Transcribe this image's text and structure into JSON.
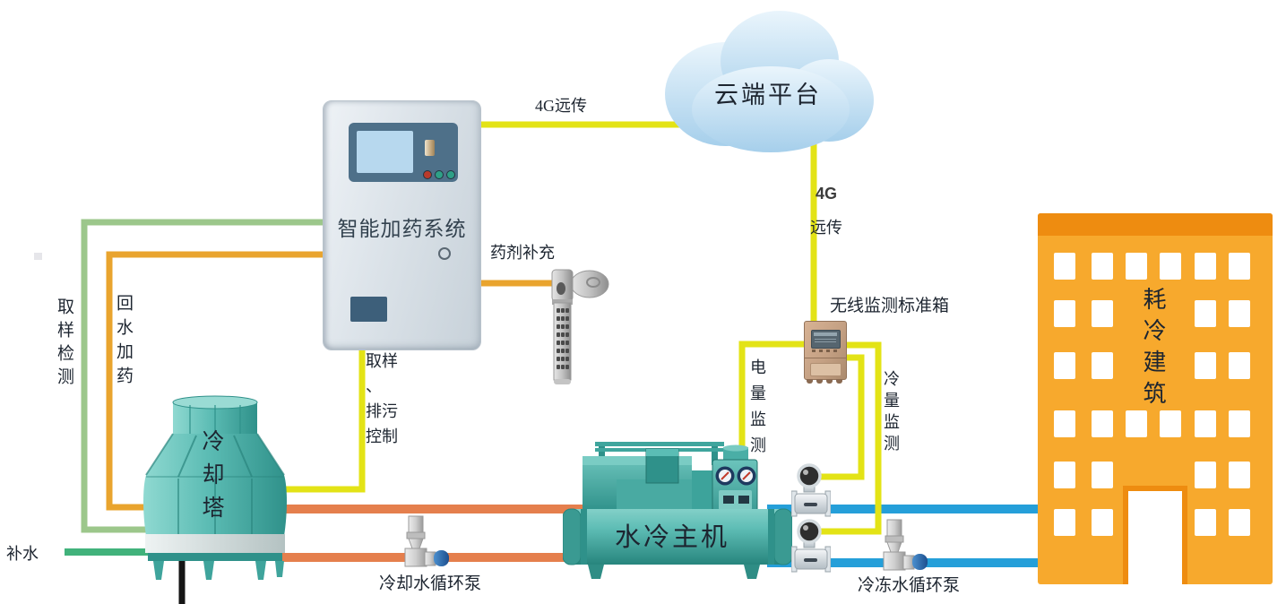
{
  "labels": {
    "cloud": "云端平台",
    "cabinet": "智能加药系统",
    "tower": "冷却塔",
    "chiller": "水冷主机",
    "building": "耗冷建筑",
    "monitor_box": "无线监测标准箱",
    "line_4g_remote": "4G远传",
    "line_4g": "4G",
    "line_remote": "远传",
    "chem_refill": "药剂补充",
    "sampling_test": "取样检测",
    "return_dosing": "回水加药",
    "sample_blowdown": "取样\n、\n排污\n控制",
    "makeup_water": "补水",
    "power_monitor": "电量监测",
    "cooling_monitor": "冷量监测",
    "cooling_pump": "冷却水循环泵",
    "chilled_pump": "冷冻水循环泵"
  },
  "colors": {
    "signal_yellow": "#e3e316",
    "dosing_orange": "#e9a42e",
    "cooling_pipe_orange": "#e57f4d",
    "chilled_pipe_blue": "#259fd9",
    "sampling_green": "#9cc78b",
    "makeup_green": "#41b27b",
    "drain_black": "#151515",
    "equipment_teal": "#4fb1a9",
    "building_orange": "#f7a92d",
    "cloud_blue": "#bcdcf2",
    "box_tan": "#c4a083"
  }
}
